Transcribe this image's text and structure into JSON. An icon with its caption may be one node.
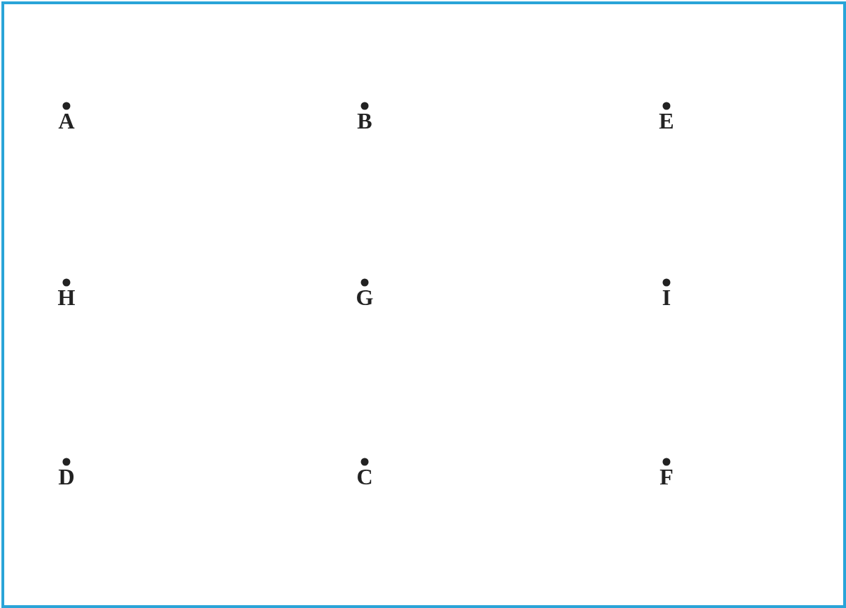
{
  "diagram": {
    "labels": [
      "A",
      "B",
      "E",
      "H",
      "G",
      "I",
      "D",
      "C",
      "F"
    ]
  }
}
